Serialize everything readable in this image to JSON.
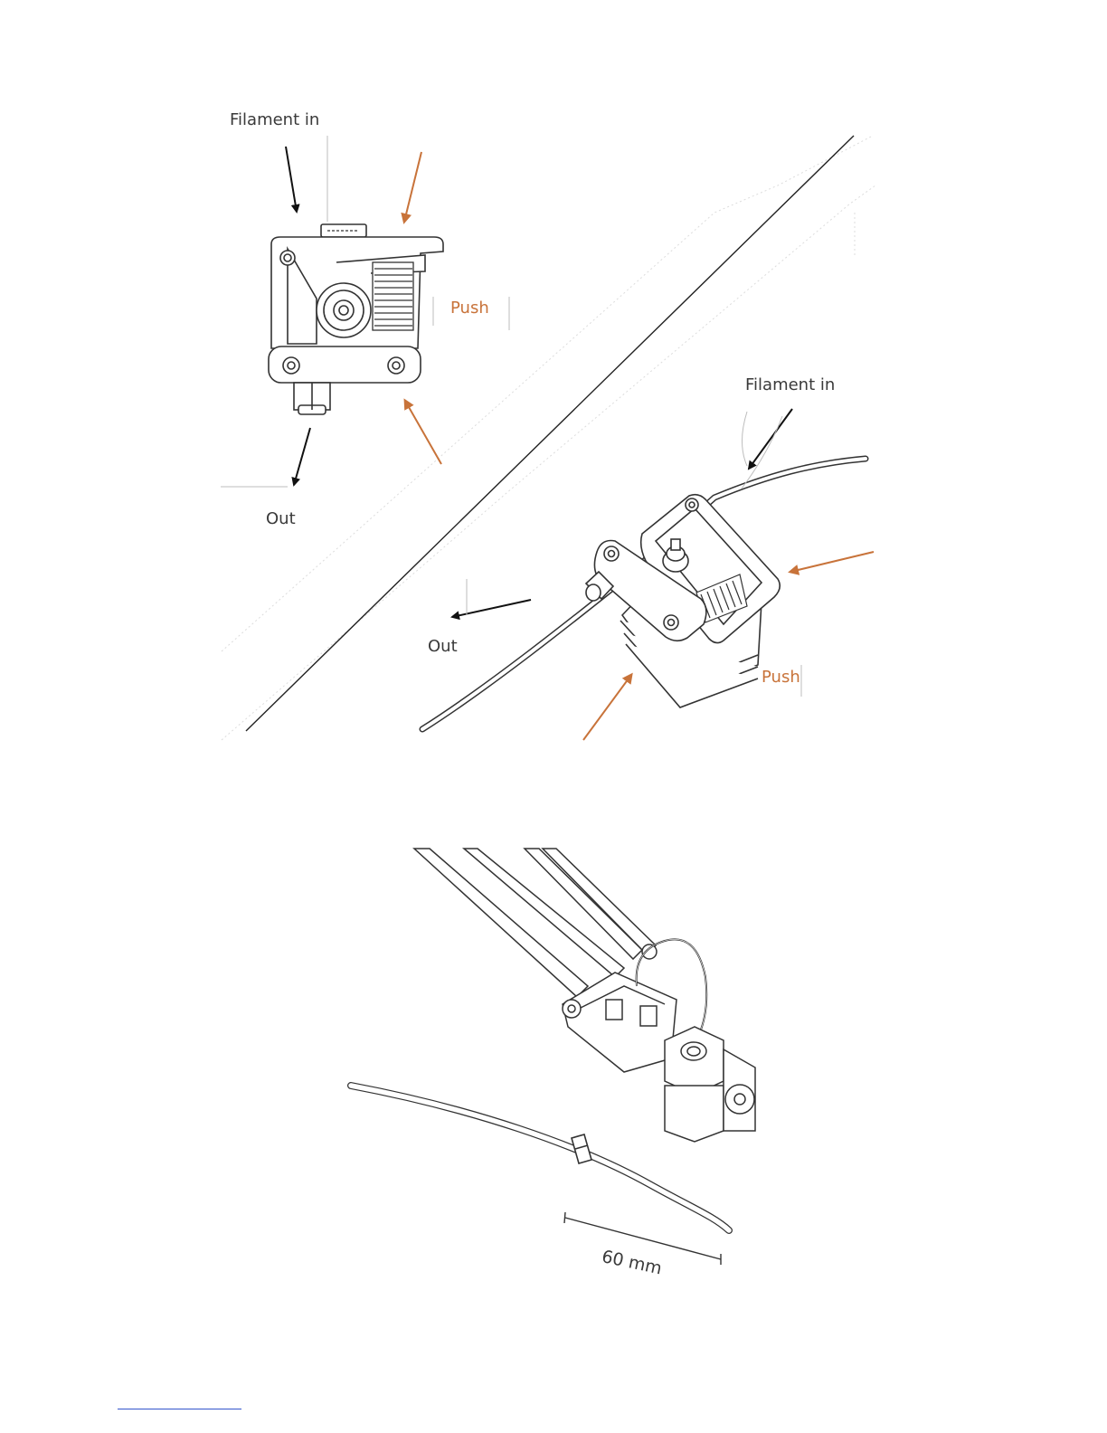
{
  "figure_top": {
    "extruder_front": {
      "filament_in_label": "Filament in",
      "push_label": "Push",
      "out_label": "Out"
    },
    "extruder_iso": {
      "filament_in_label": "Filament in",
      "push_label": "Push",
      "out_label": "Out"
    }
  },
  "figure_bottom": {
    "dimension_label": "60 mm"
  },
  "colors": {
    "line": "#333333",
    "arrow_dark": "#111111",
    "arrow_orange": "#c8733a",
    "footer_link": "#3355cc"
  }
}
